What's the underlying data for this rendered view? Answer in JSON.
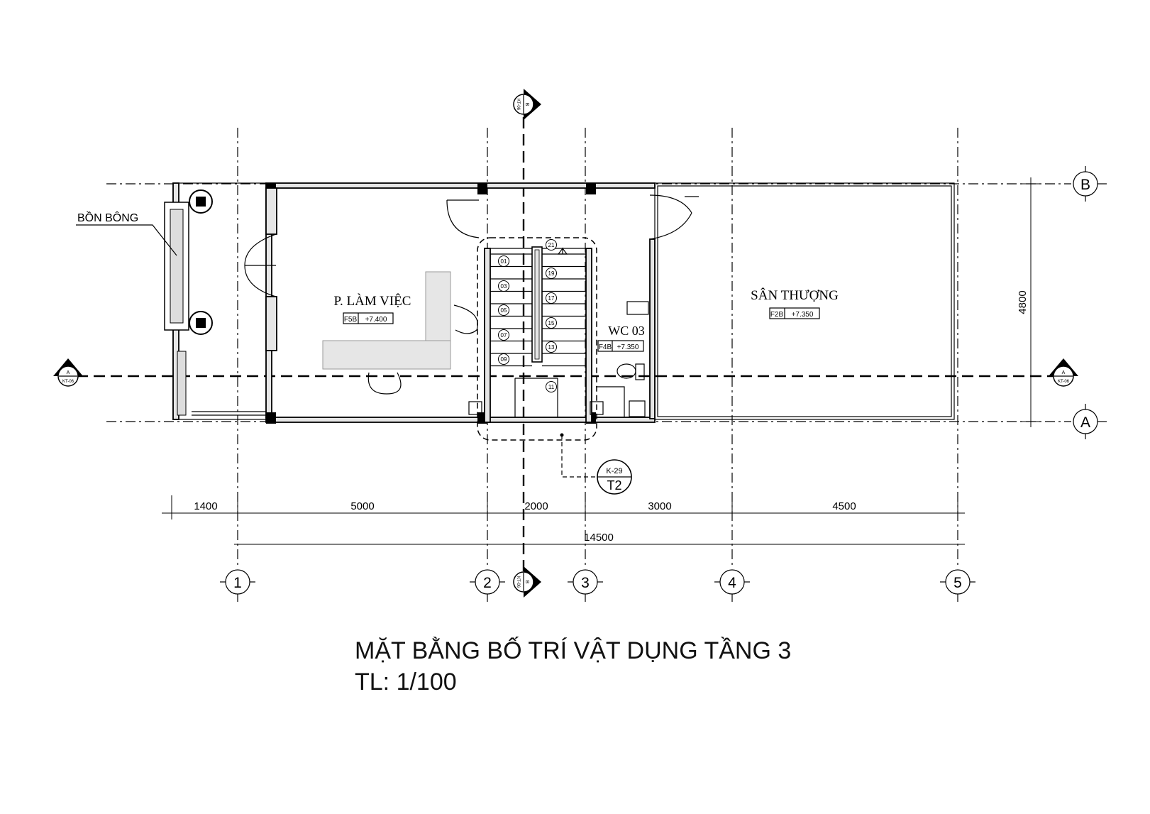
{
  "rooms": {
    "office": {
      "name": "P. LÀM VIỆC",
      "code": "F5B",
      "level": "+7.400"
    },
    "terrace": {
      "name": "SÂN THƯỢNG",
      "code": "F2B",
      "level": "+7.350"
    },
    "wc": {
      "name": "WC 03",
      "code": "F4B",
      "level": "+7.350"
    }
  },
  "planter_label": "BỒN BÔNG",
  "grid_axes": {
    "columns": [
      "1",
      "2",
      "3",
      "4",
      "5"
    ],
    "rows": [
      "A",
      "B"
    ]
  },
  "dimensions": {
    "spans": [
      "1400",
      "5000",
      "2000",
      "3000",
      "4500"
    ],
    "total": "14500",
    "depth": "4800"
  },
  "section_marks": {
    "a_letter": "A",
    "a_ref": "KT-06",
    "b_letter": "B",
    "b_ref": "KT-06"
  },
  "stair_callout": {
    "ref": "K-29",
    "id": "T2"
  },
  "stair_steps": [
    "01",
    "03",
    "05",
    "07",
    "09",
    "11",
    "13",
    "15",
    "17",
    "19",
    "21"
  ],
  "drawing_title": {
    "line1": "MẶT BẰNG BỐ TRÍ VẬT DỤNG TẦNG 3",
    "line2": "TL: 1/100"
  }
}
